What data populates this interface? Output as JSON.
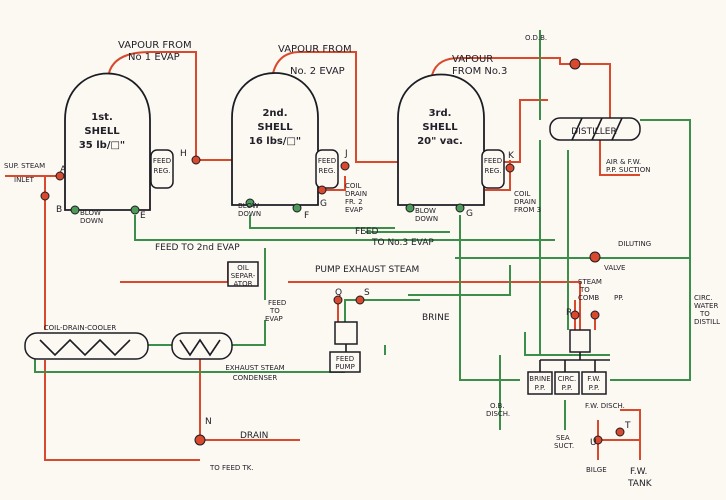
{
  "shells": [
    {
      "id": "shell1",
      "line1": "1st.",
      "line2": "SHELL",
      "line3": "35 lb/□\""
    },
    {
      "id": "shell2",
      "line1": "2nd.",
      "line2": "SHELL",
      "line3": "16 lbs/□\""
    },
    {
      "id": "shell3",
      "line1": "3rd.",
      "line2": "SHELL",
      "line3": "20\" vac."
    }
  ],
  "vapour_labels": {
    "v1_line1": "VAPOUR FROM",
    "v1_line2": "No 1 EVAP",
    "v2_line1": "VAPOUR FROM",
    "v2_line2": "No. 2 EVAP",
    "v3_line1": "VAPOUR",
    "v3_line2": "FROM No.3"
  },
  "feed_reg": {
    "line1": "FEED",
    "line2": "REG."
  },
  "valve_letters": {
    "A": "A",
    "B": "B",
    "E": "E",
    "F": "F",
    "G": "G",
    "H": "H",
    "J": "J",
    "K": "K",
    "N": "N",
    "Q": "Q",
    "R": "R",
    "S": "S",
    "T": "T",
    "U": "U"
  },
  "labels": {
    "sup_steam_1": "SUP. STEAM",
    "sup_steam_2": "INLET",
    "blow_down": "BLOW",
    "blow_down_2": "DOWN",
    "coil_drain2_1": "COIL",
    "coil_drain2_2": "DRAIN",
    "coil_drain2_3": "FR. 2",
    "coil_drain2_4": "EVAP",
    "coil_drain3_1": "COIL",
    "coil_drain3_2": "DRAIN",
    "coil_drain3_3": "FROM 3",
    "feed_to_2nd": "FEED TO 2nd EVAP",
    "feed_to_3": "FEED",
    "feed_to_3b": "TO No.3 EVAP",
    "odb": "O.D.B.",
    "distiller": "DISTILLER",
    "air_fw_1": "AIR & F.W.",
    "air_fw_2": "P.P. SUCTION",
    "diluting_1": "DILUTING",
    "diluting_2": "VALVE",
    "pump_exhaust": "PUMP EXHAUST STEAM",
    "oil_sep_1": "OIL",
    "oil_sep_2": "SEPAR-",
    "oil_sep_3": "ATOR",
    "feed_to_evap_1": "FEED",
    "feed_to_evap_2": "TO",
    "feed_to_evap_3": "EVAP",
    "brine": "BRINE",
    "steam_comb_1": "STEAM",
    "steam_comb_2": "TO",
    "steam_comb_3": "COMB",
    "steam_comb_4": "PP.",
    "circ_water_1": "CIRC.",
    "circ_water_2": "WATER",
    "circ_water_3": "TO",
    "circ_water_4": "DISTILL",
    "coil_drain_cooler": "COIL-DRAIN-COOLER",
    "exhaust_cond_1": "EXHAUST STEAM",
    "exhaust_cond_2": "CONDENSER",
    "feed_pump_1": "FEED",
    "feed_pump_2": "PUMP",
    "brine_pp_1": "BRINE",
    "brine_pp_2": "P.P.",
    "circ_pp_1": "CIRC.",
    "circ_pp_2": "P.P.",
    "fw_pp_1": "F.W.",
    "fw_pp_2": "P.P.",
    "ob_disch_1": "O.B.",
    "ob_disch_2": "DISCH.",
    "sea_suct_1": "SEA",
    "sea_suct_2": "SUCT.",
    "fw_disch": "F.W. DISCH.",
    "bilge": "BILGE",
    "fw_tank_1": "F.W.",
    "fw_tank_2": "TANK",
    "drain_1": "DRAIN",
    "drain_2": "TO FEED TK."
  },
  "colors": {
    "steam": "#d8492e",
    "water": "#3c8f4b",
    "ink": "#1c1c24",
    "paper": "#fbf9f2"
  }
}
